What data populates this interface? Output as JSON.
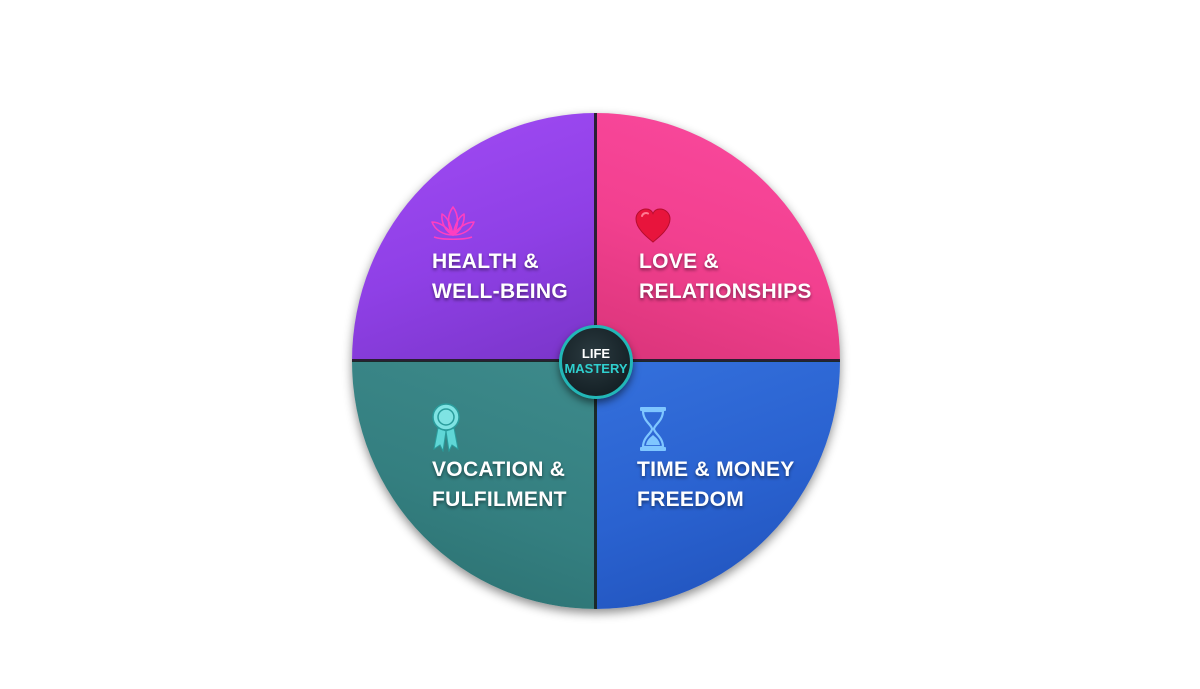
{
  "diagram": {
    "type": "four-quadrant wheel",
    "center": {
      "line1": "LIFE",
      "line2": "MASTERY",
      "border_color": "#22b7b7",
      "accent_color": "#2fd0cf"
    },
    "quadrants": [
      {
        "position": "top-left",
        "line1": "HEALTH &",
        "line2": "WELL-BEING",
        "icon": "lotus-icon",
        "color": "#9a46ef"
      },
      {
        "position": "top-right",
        "line1": "LOVE &",
        "line2": "RELATIONSHIPS",
        "icon": "heart-icon",
        "color": "#f2408f"
      },
      {
        "position": "bottom-left",
        "line1": "VOCATION &",
        "line2": "FULFILMENT",
        "icon": "award-ribbon-icon",
        "color": "#347f80"
      },
      {
        "position": "bottom-right",
        "line1": "TIME & MONEY",
        "line2": "FREEDOM",
        "icon": "hourglass-icon",
        "color": "#2a62d0"
      }
    ]
  }
}
